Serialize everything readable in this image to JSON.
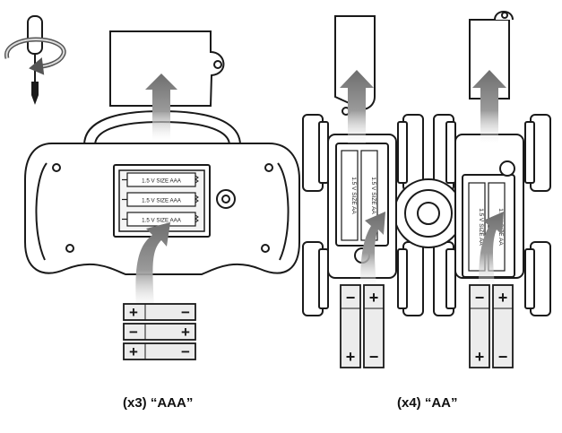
{
  "captions": {
    "left": "(x3) “AAA”",
    "right": "(x4) “AA”"
  },
  "remote_battery_labels": [
    "1.5 V SIZE AAA",
    "1.5 V SIZE AAA",
    "1.5 V SIZE AAA"
  ],
  "car_battery_labels": [
    "1.5 V SIZE AA",
    "1.5 V SIZE AA"
  ],
  "polarity": {
    "plus": "+",
    "minus": "−"
  },
  "colors": {
    "ink": "#1a1a1a",
    "arrow": "#8a8a8a",
    "light": "#f2f2f2",
    "battery": "#ececec"
  },
  "icons": [
    "screwdriver-icon",
    "rotate-arrow-icon",
    "insert-arrow-icon"
  ]
}
